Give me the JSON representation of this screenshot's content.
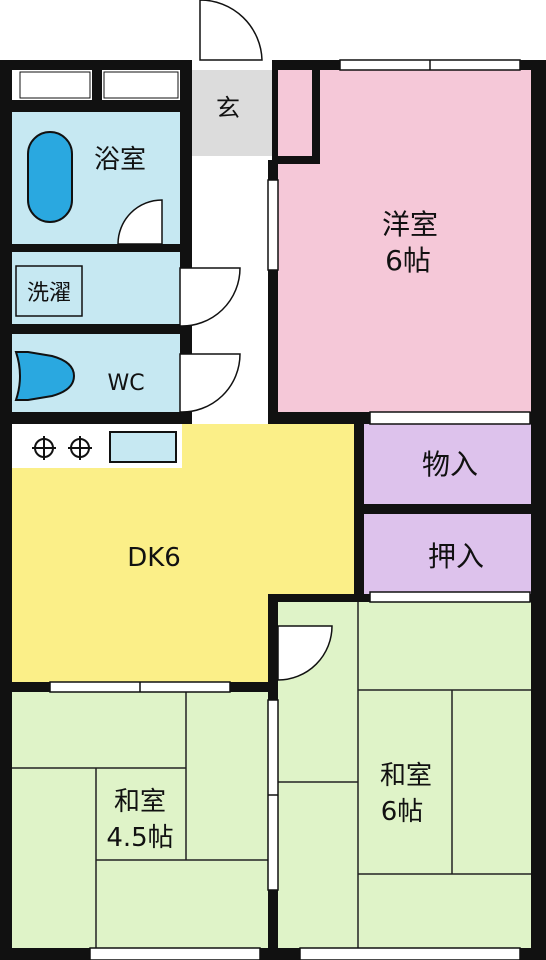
{
  "rooms": {
    "genkan": "玄",
    "bath": "浴室",
    "laundry": "洗濯",
    "wc": "WC",
    "western_name": "洋室",
    "western_size": "6帖",
    "closet": "物入",
    "oshiire": "押入",
    "dk": "DK6",
    "washitsu_small_name": "和室",
    "washitsu_small_size": "4.5帖",
    "washitsu_large_name": "和室",
    "washitsu_large_size": "6帖"
  },
  "colors": {
    "wall": "#111111",
    "western": "#f5c8d8",
    "dk": "#fbef88",
    "storage": "#ddc2ec",
    "tatami": "#dff3c8",
    "wet": "#c6e8f2",
    "tub": "#2aa8e0",
    "genkan": "#dcdcdc",
    "hall": "#ffffff"
  }
}
